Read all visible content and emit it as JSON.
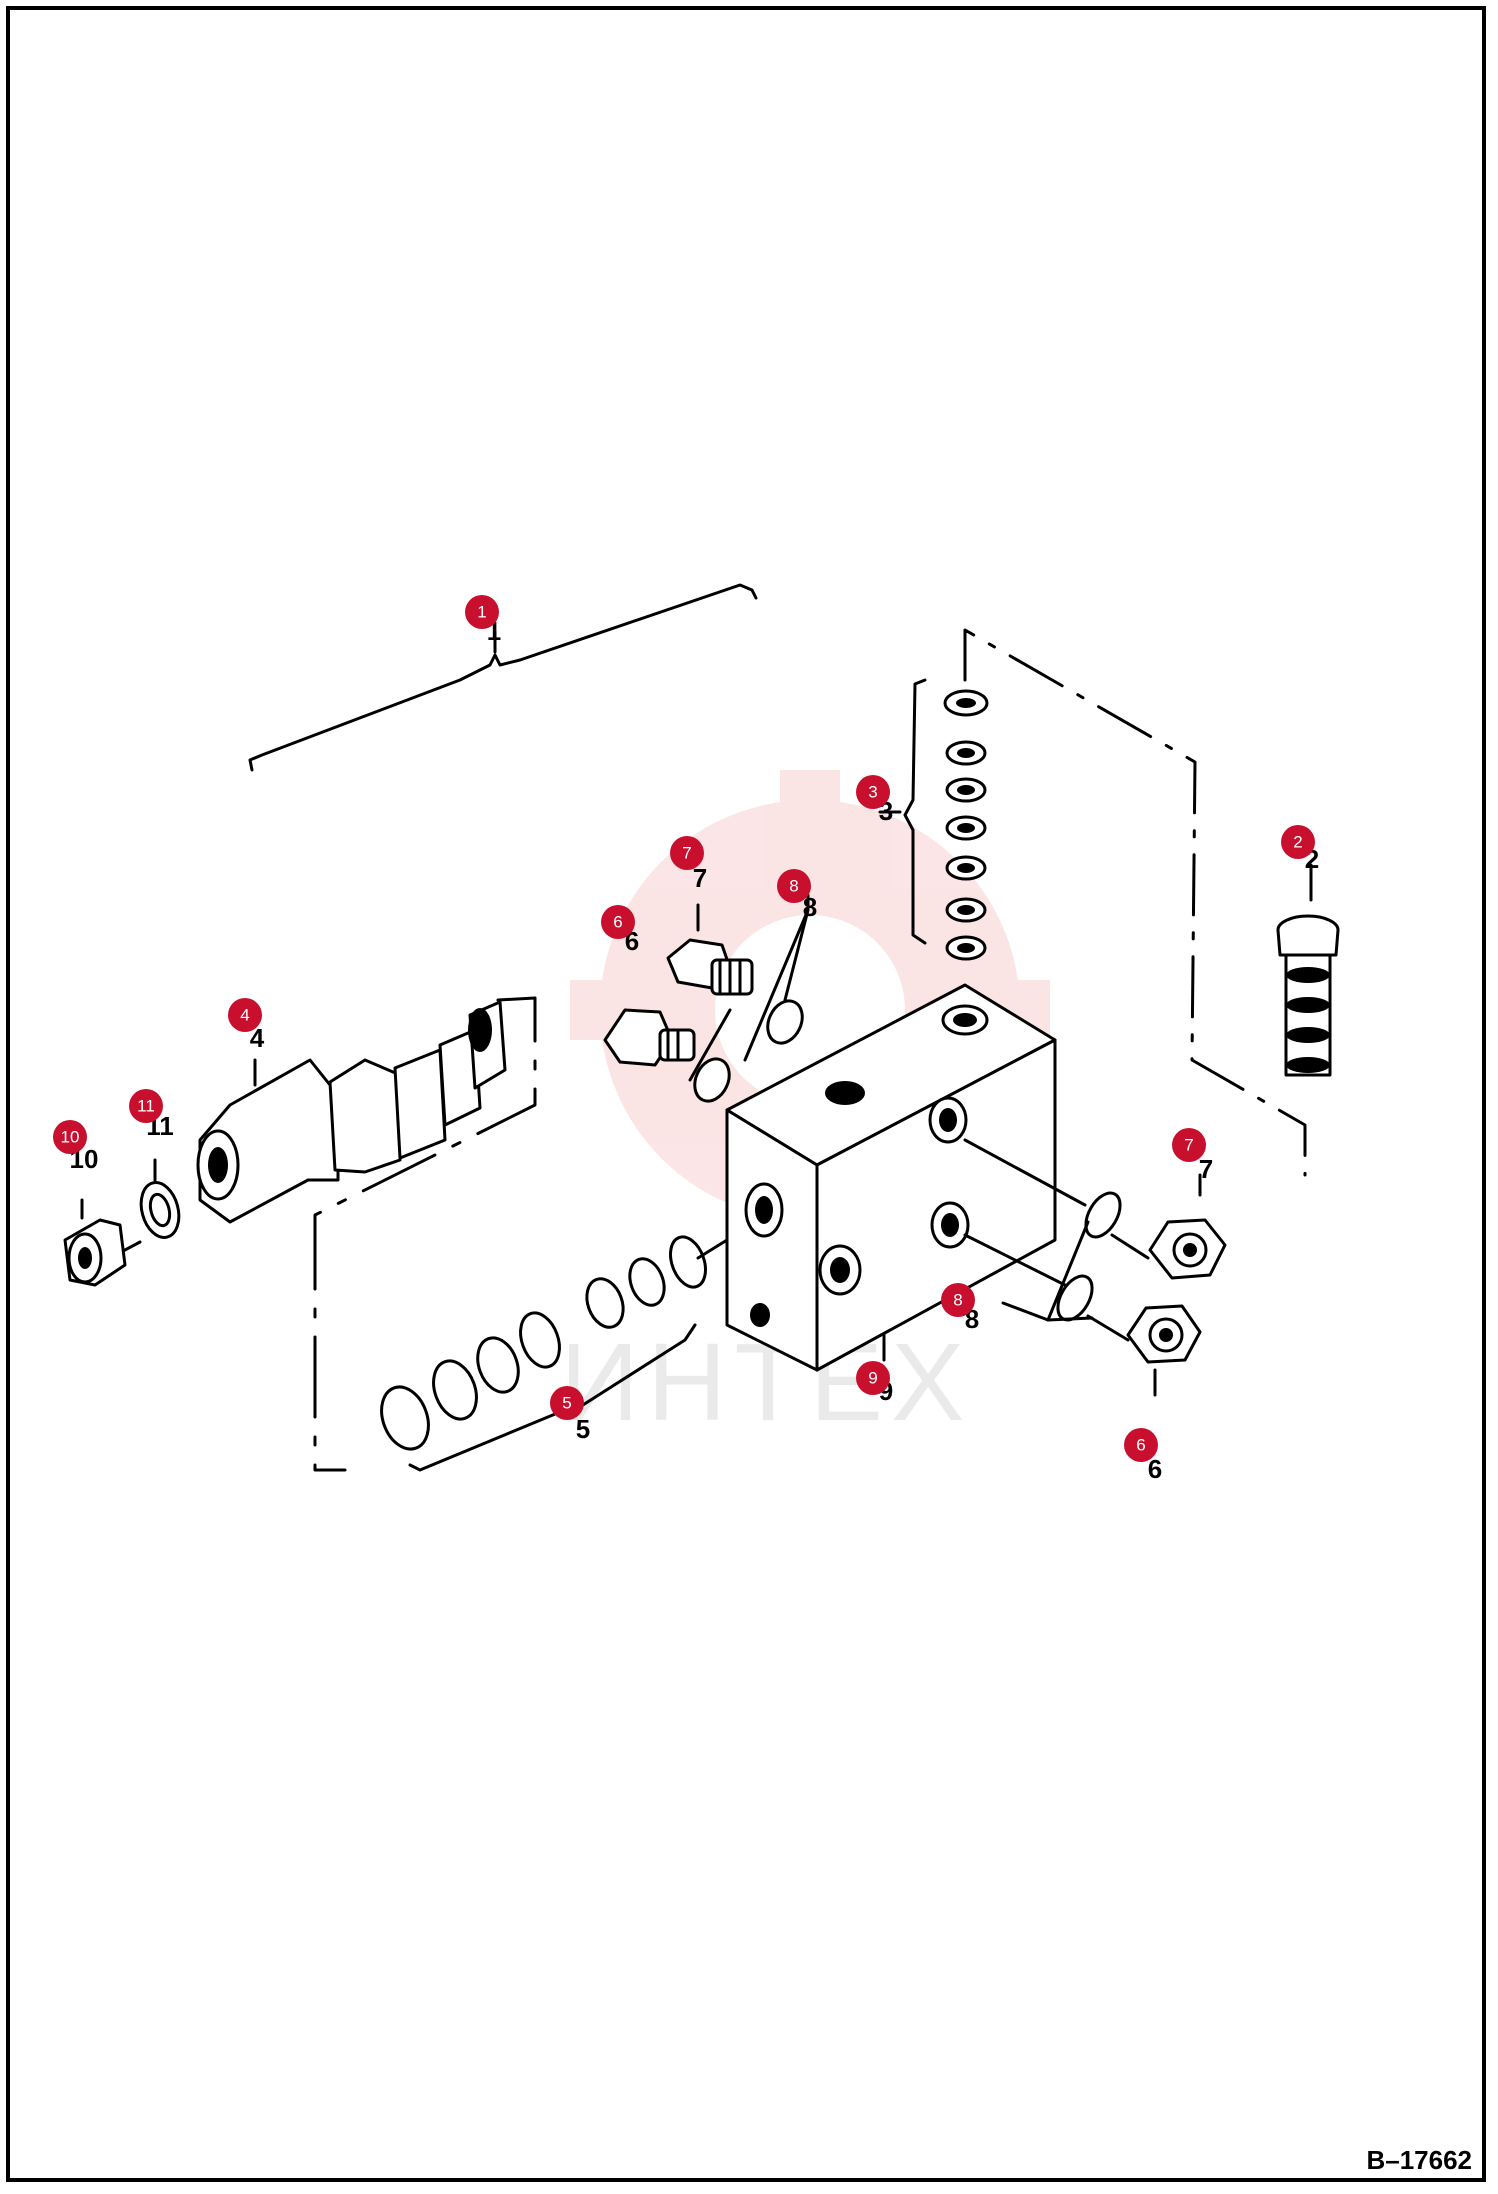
{
  "diagram_id": "B–17662",
  "watermark": {
    "text": "ИНТЕХ",
    "color": "#e8343a"
  },
  "colors": {
    "callout": "#c8102e",
    "line": "#000000"
  },
  "callouts": [
    {
      "label": "1"
    },
    {
      "label": "2"
    },
    {
      "label": "3"
    },
    {
      "label": "4"
    },
    {
      "label": "5"
    },
    {
      "label": "6"
    },
    {
      "label": "7"
    },
    {
      "label": "8"
    },
    {
      "label": "6"
    },
    {
      "label": "7"
    },
    {
      "label": "8"
    },
    {
      "label": "9"
    },
    {
      "label": "10"
    },
    {
      "label": "11"
    }
  ],
  "part_numbers": [
    "1",
    "2",
    "3",
    "4",
    "5",
    "6",
    "7",
    "8",
    "6",
    "7",
    "8",
    "9",
    "10",
    "11"
  ]
}
